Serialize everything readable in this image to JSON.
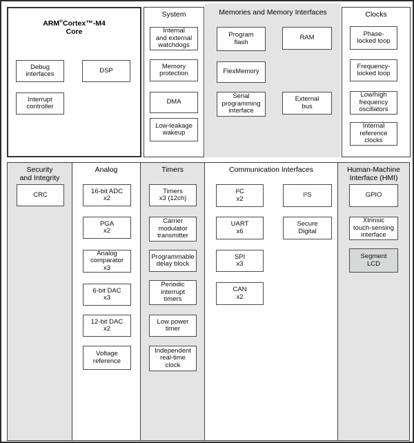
{
  "colors": {
    "panel_gray": "#e4e4e4",
    "box_fill": "#ffffff",
    "box_border": "#4a4a4a",
    "segment_lcd_fill": "#d7d9d8",
    "outer_frame": "#2d2d2d",
    "text": "#111111"
  },
  "panels": {
    "arm_core": {
      "title_arm": "ARM",
      "title_reg": "®",
      "title_rest": "Cortex™-M4",
      "title_line2": "Core",
      "boxes": {
        "debug": "Debug\ninterfaces",
        "dsp": "DSP",
        "interrupt": "Interrupt\ncontroller"
      }
    },
    "system": {
      "title": "System",
      "boxes": {
        "watchdogs": "Internal\nand external\nwatchdogs",
        "memory_protection": "Memory\nprotection",
        "dma": "DMA",
        "low_leakage_wakeup": "Low-leakage\nwakeup"
      }
    },
    "memories": {
      "title": "Memories and Memory Interfaces",
      "boxes": {
        "program_flash": "Program\nflash",
        "ram": "RAM",
        "flexmemory": "FlexMemory",
        "serial_programming": "Serial\nprogramming\ninterface",
        "external_bus": "External\nbus"
      }
    },
    "clocks": {
      "title": "Clocks",
      "boxes": {
        "pll": "Phase-\nlocked loop",
        "fll": "Frequency-\nlocked loop",
        "oscillators": "Low/high\nfrequency\noscillators",
        "internal_reference": "Internal\nreference\nclocks"
      }
    },
    "security": {
      "title": "Security\nand Integrity",
      "boxes": {
        "crc": "CRC"
      }
    },
    "analog": {
      "title": "Analog",
      "boxes": {
        "adc": "16-bit ADC\nx2",
        "pga": "PGA\nx2",
        "comparator": "Analog\ncomparator\nx3",
        "dac6": "6-bit DAC\nx3",
        "dac12": "12-bit DAC\nx2",
        "vref": "Voltage\nreference"
      }
    },
    "timers": {
      "title": "Timers",
      "boxes": {
        "timers": "Timers\nx3 (12ch)",
        "carrier_modulator": "Carrier\nmodulator\ntransmitter",
        "programmable_delay": "Programmable\ndelay block",
        "periodic_interrupt": "Periodic\ninterrupt\ntimers",
        "low_power_timer": "Low power\ntimer",
        "rtc": "Independent\nreal-time\nclock"
      }
    },
    "communication": {
      "title": "Communication Interfaces",
      "boxes": {
        "i2c": "I²C\nx2",
        "uart": "UART\nx6",
        "spi": "SPI\nx3",
        "can": "CAN\nx2",
        "i2s": "I²S",
        "secure_digital": "Secure\nDigital"
      }
    },
    "hmi": {
      "title": "Human-Machine\nInterface (HMI)",
      "boxes": {
        "gpio": "GPIO",
        "touch_sensing": "Xtrinsic\ntouch-sensing\ninterface",
        "segment_lcd": "Segment\nLCD"
      }
    }
  }
}
